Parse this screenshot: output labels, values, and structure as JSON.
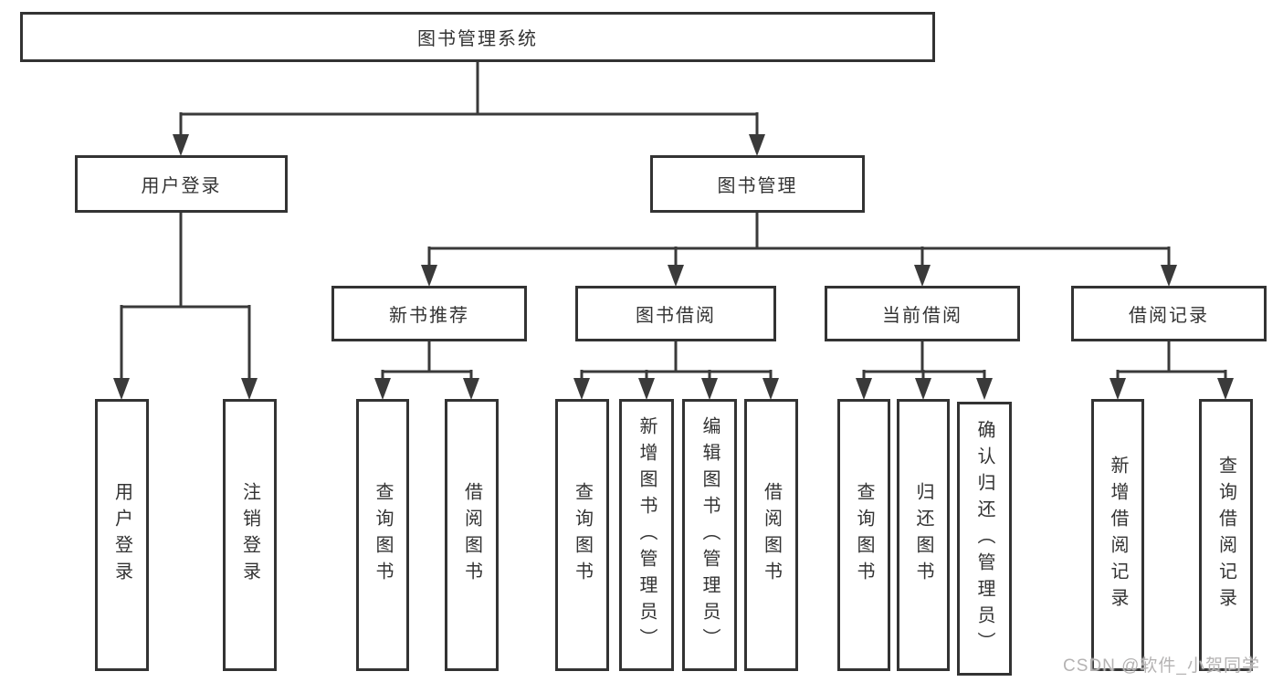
{
  "diagram_type": "hierarchy-tree",
  "tree": {
    "label": "图书管理系统",
    "children": [
      {
        "label": "用户登录",
        "children": [
          {
            "label": "用户登录"
          },
          {
            "label": "注销登录"
          }
        ]
      },
      {
        "label": "图书管理",
        "children": [
          {
            "label": "新书推荐",
            "children": [
              {
                "label": "查询图书"
              },
              {
                "label": "借阅图书"
              }
            ]
          },
          {
            "label": "图书借阅",
            "children": [
              {
                "label": "查询图书"
              },
              {
                "label": "新增图书（管理员）"
              },
              {
                "label": "编辑图书（管理员）"
              },
              {
                "label": "借阅图书"
              }
            ]
          },
          {
            "label": "当前借阅",
            "children": [
              {
                "label": "查询图书"
              },
              {
                "label": "归还图书"
              },
              {
                "label": "确认归还（管理员）"
              }
            ]
          },
          {
            "label": "借阅记录",
            "children": [
              {
                "label": "新增借阅记录"
              },
              {
                "label": "查询借阅记录"
              }
            ]
          }
        ]
      }
    ]
  },
  "watermark": {
    "text": "CSDN @软件_小贺同学"
  },
  "colors": {
    "line": "#3a3a3a",
    "border": "#333333",
    "text": "#333333",
    "watermark": "#b5b3b3",
    "background": "#ffffff"
  }
}
